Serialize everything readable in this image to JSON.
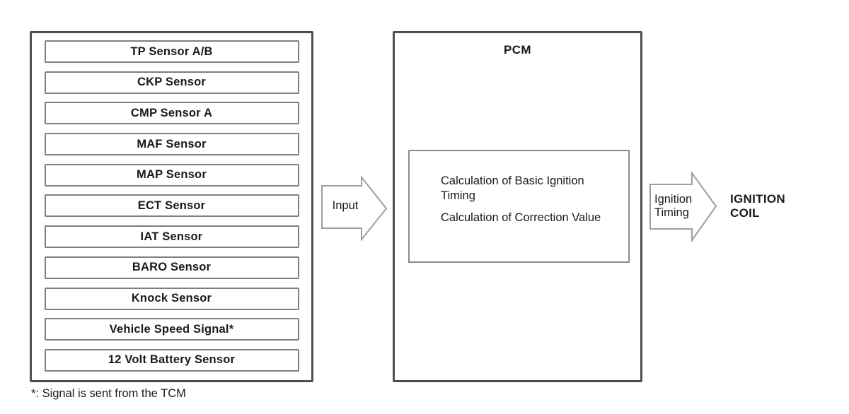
{
  "diagram": {
    "sensors": [
      "TP Sensor A/B",
      "CKP Sensor",
      "CMP Sensor A",
      "MAF Sensor",
      "MAP Sensor",
      "ECT Sensor",
      "IAT Sensor",
      "BARO Sensor",
      "Knock Sensor",
      "Vehicle Speed Signal*",
      "12 Volt Battery Sensor"
    ],
    "input_arrow": {
      "label": "Input"
    },
    "pcm": {
      "title": "PCM",
      "calculations": [
        "Calculation of Basic Ignition Timing",
        "Calculation of Correction Value"
      ]
    },
    "output_arrow": {
      "label_line1": "Ignition",
      "label_line2": "Timing"
    },
    "output_target": {
      "line1": "IGNITION",
      "line2": "COIL"
    },
    "footnote": "*: Signal is sent from the TCM",
    "colors": {
      "background": "#ffffff",
      "outer_border": "#4f4f4f",
      "sensor_border": "#7f7f7f",
      "arrow_stroke": "#9e9e9e",
      "text": "#1a1a1a"
    }
  }
}
